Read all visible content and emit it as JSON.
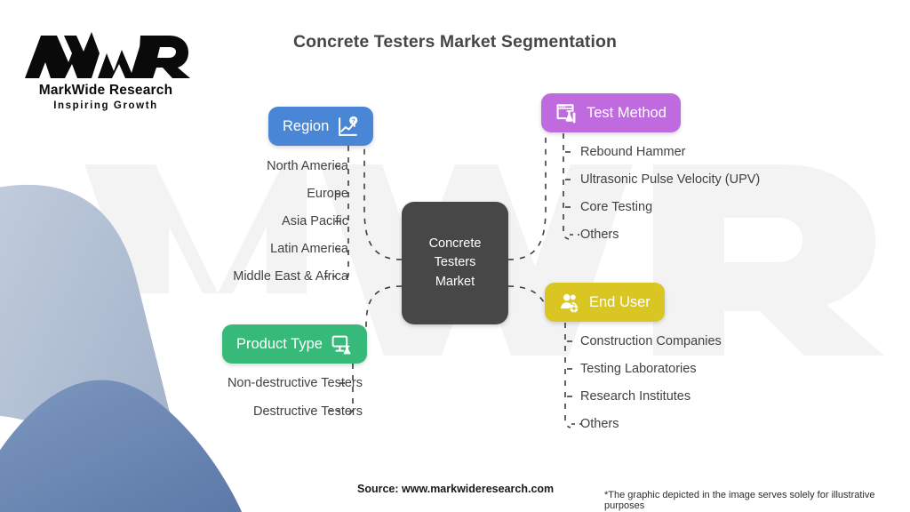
{
  "brand": {
    "logo_mark": "MWR",
    "name": "MarkWide Research",
    "tagline": "Inspiring Growth"
  },
  "header": {
    "title": "Concrete Testers Market Segmentation"
  },
  "center": {
    "label": "Concrete\nTesters\nMarket"
  },
  "colors": {
    "region": "#4a86d6",
    "product_type": "#37ba79",
    "test_method": "#c06ae0",
    "end_user": "#d9c623",
    "center_node": "#474747",
    "title_text": "#444648",
    "item_text": "#3f4144",
    "connector": "#3d3d3d",
    "decoration_light": "#b6c3d6",
    "decoration_dark": "#6a87b4",
    "watermark": "#f2f2f3"
  },
  "categories": [
    {
      "key": "region",
      "label": "Region",
      "icon": "chart-question-icon",
      "align": "right",
      "items": [
        "North America",
        "Europe",
        "Asia Pacific",
        "Latin America",
        "Middle East & Africa"
      ]
    },
    {
      "key": "product_type",
      "label": "Product Type",
      "icon": "monitor-flask-icon",
      "align": "right",
      "items": [
        "Non-destructive Testers",
        "Destructive Testers"
      ]
    },
    {
      "key": "test_method",
      "label": "Test Method",
      "icon": "lab-window-icon",
      "align": "left",
      "items": [
        "Rebound Hammer",
        "Ultrasonic Pulse Velocity (UPV)",
        "Core Testing",
        "Others"
      ]
    },
    {
      "key": "end_user",
      "label": "End User",
      "icon": "users-gear-icon",
      "align": "left",
      "items": [
        "Construction Companies",
        "Testing Laboratories",
        "Research Institutes",
        "Others"
      ]
    }
  ],
  "footer": {
    "source": "Source: www.markwideresearch.com",
    "disclaimer": "*The graphic depicted in the image serves solely for illustrative purposes"
  }
}
